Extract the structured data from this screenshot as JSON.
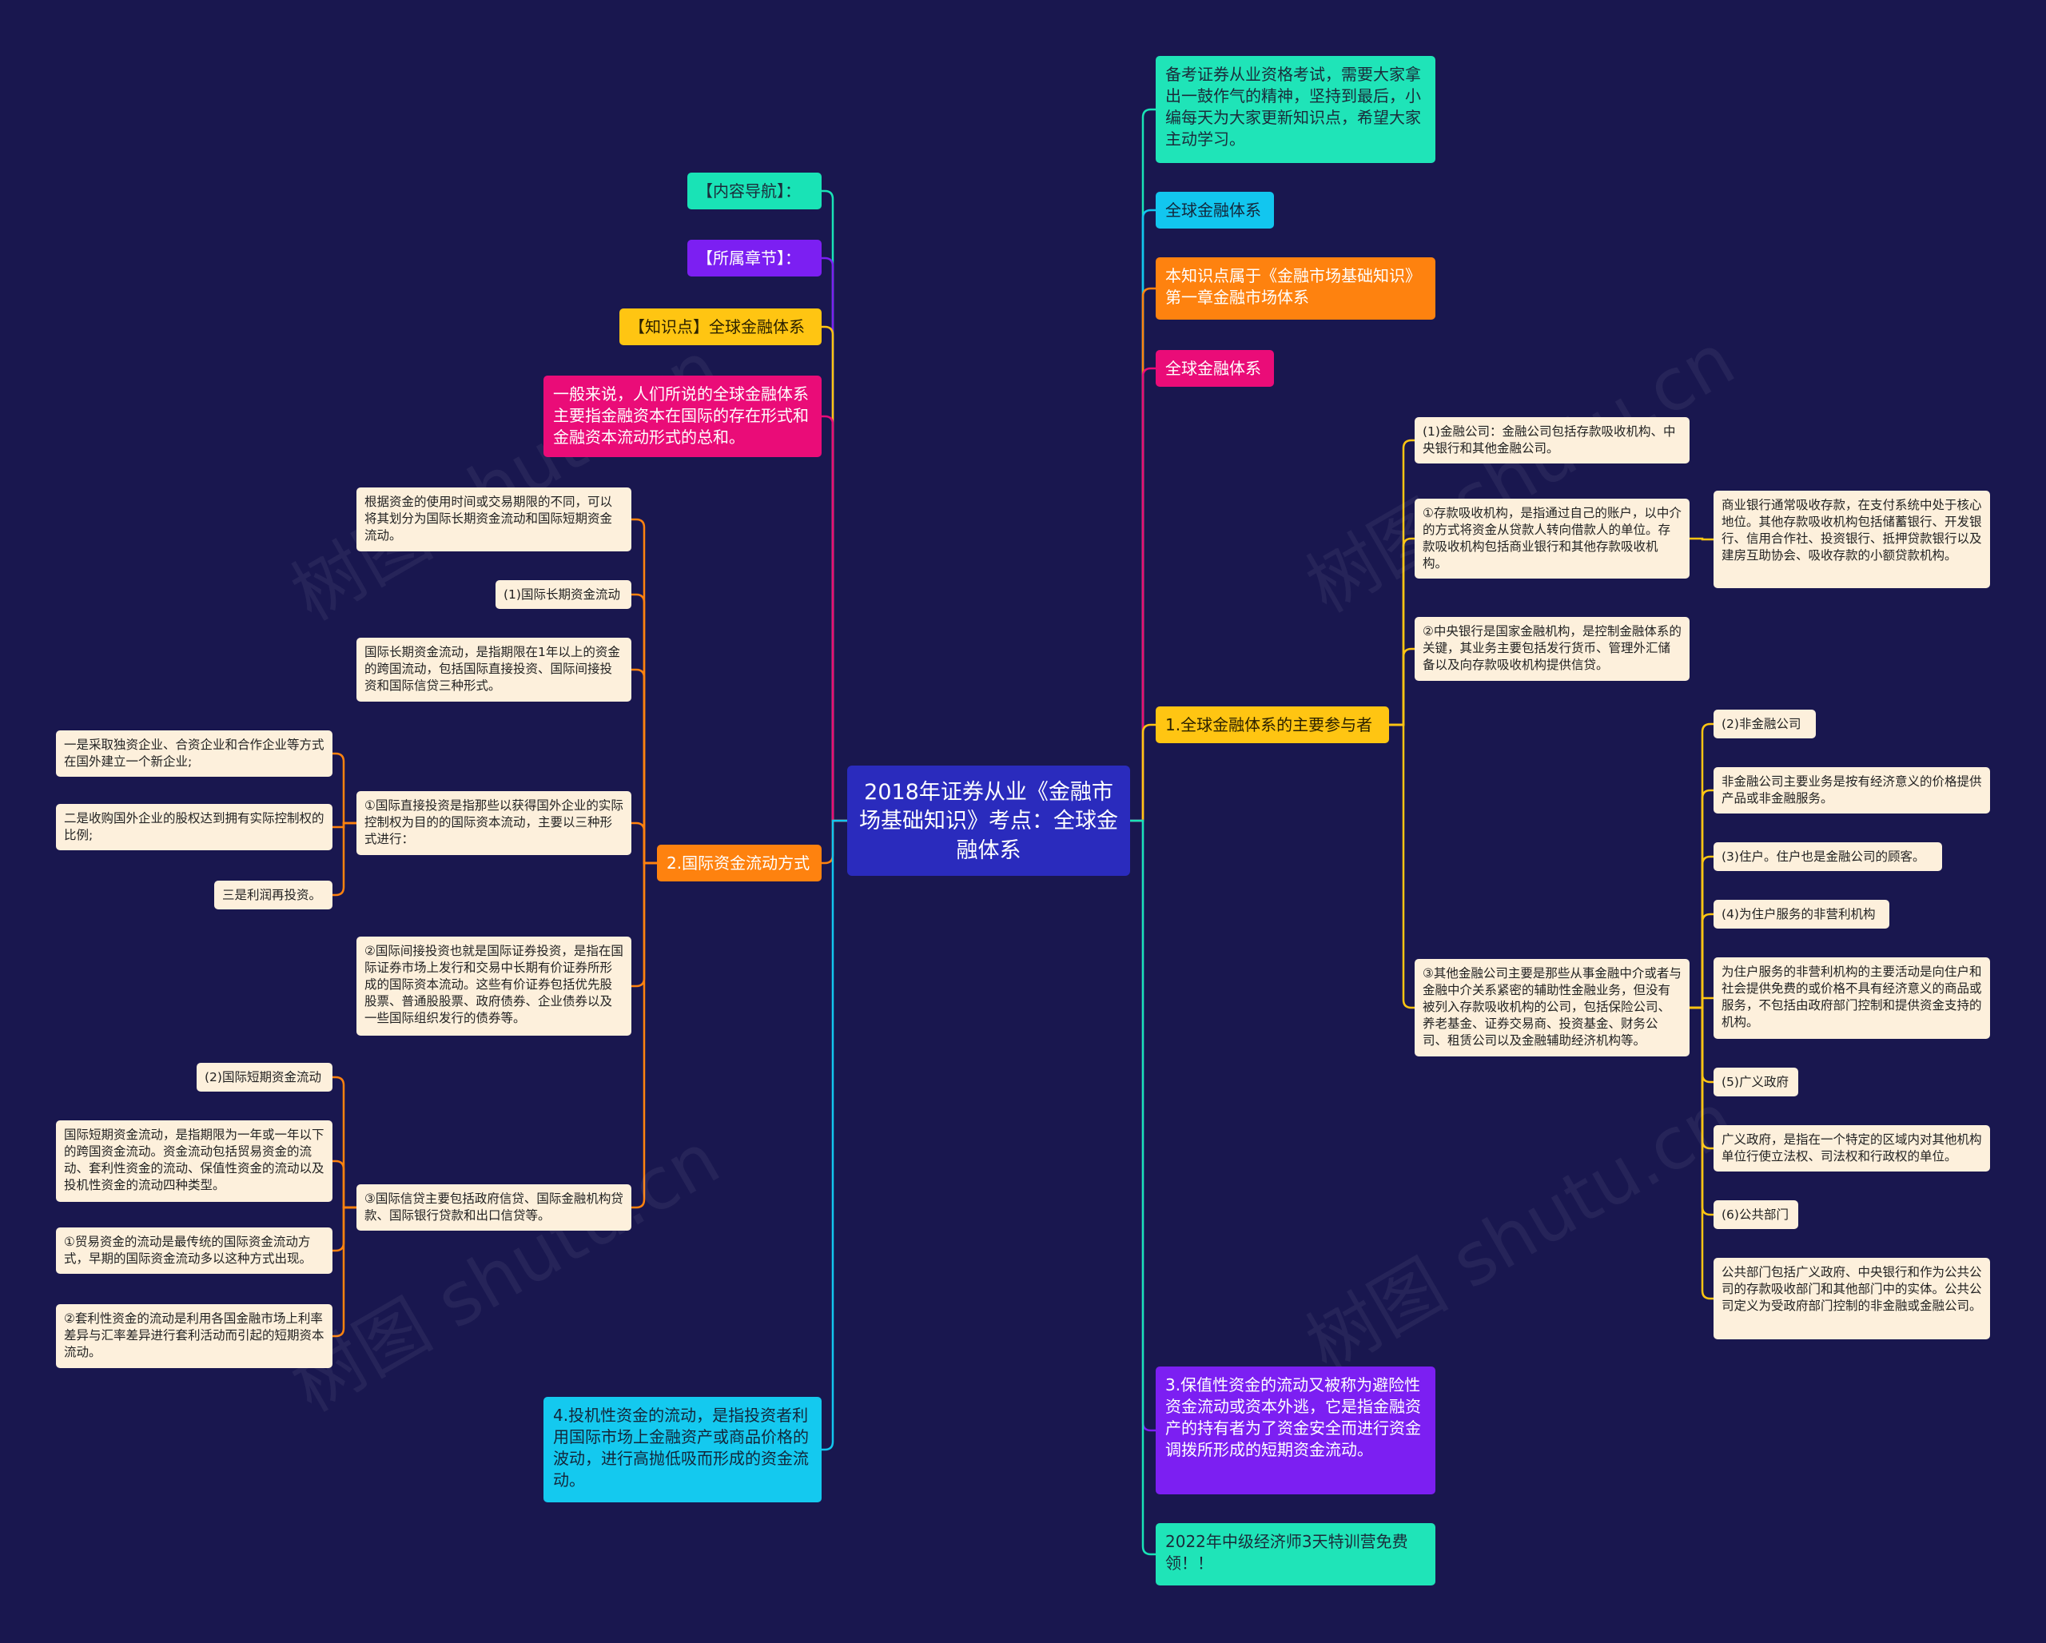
{
  "colors": {
    "background": "#19174f",
    "root": "#2a2bbd",
    "teal": "#19e3b6",
    "cyan": "#12c6ef",
    "purple": "#7c1ff2",
    "gold": "#ffc512",
    "pink": "#ea0c78",
    "orange": "#fe820f",
    "cream": "#fdf0dc"
  },
  "watermark": "树图 shutu.cn",
  "root": {
    "text": "2018年证券从业《金融市场基础知识》考点：全球金融体系"
  },
  "left": {
    "nav": "【内容导航】：",
    "chapter": "【所属章节】：",
    "knowledge": "【知识点】全球金融体系",
    "definition": "一般来说，人们所说的全球金融体系主要指金融资本在国际的存在形式和金融资本流动形式的总和。",
    "flow": {
      "title": "2.国际资金流动方式",
      "intro": "根据资金的使用时间或交易期限的不同，可以将其划分为国际长期资金流动和国际短期资金流动。",
      "long_title": "(1)国际长期资金流动",
      "long_desc": "国际长期资金流动，是指期限在1年以上的资金的跨国流动，包括国际直接投资、国际间接投资和国际信贷三种形式。",
      "fdi": "①国际直接投资是指那些以获得国外企业的实际控制权为目的的国际资本流动，主要以三种形式进行：",
      "fdi_1": "一是采取独资企业、合资企业和合作企业等方式在国外建立一个新企业;",
      "fdi_2": "二是收购国外企业的股权达到拥有实际控制权的比例;",
      "fdi_3": "三是利润再投资。",
      "indirect": "②国际间接投资也就是国际证券投资，是指在国际证券市场上发行和交易中长期有价证券所形成的国际资本流动。这些有价证券包括优先股股票、普通股股票、政府债券、企业债券以及一些国际组织发行的债券等。",
      "credit": "③国际信贷主要包括政府信贷、国际金融机构贷款、国际银行贷款和出口信贷等。",
      "short_title": "(2)国际短期资金流动",
      "short_desc": "国际短期资金流动，是指期限为一年或一年以下的跨国资金流动。资金流动包括贸易资金的流动、套利性资金的流动、保值性资金的流动以及投机性资金的流动四种类型。",
      "trade": "①贸易资金的流动是最传统的国际资金流动方式，早期的国际资金流动多以这种方式出现。",
      "arbitrage": "②套利性资金的流动是利用各国金融市场上利率差异与汇率差异进行套利活动而引起的短期资本流动。"
    },
    "speculative": "4.投机性资金的流动，是指投资者利用国际市场上金融资产或商品价格的波动，进行高抛低吸而形成的资金流动。"
  },
  "right": {
    "intro": "备考证券从业资格考试，需要大家拿出一鼓作气的精神，坚持到最后，小编每天为大家更新知识点，希望大家主动学习。",
    "system1": "全球金融体系",
    "belongs": "本知识点属于《金融市场基础知识》第一章金融市场体系",
    "system2": "全球金融体系",
    "participants": {
      "title": "1.全球金融体系的主要参与者",
      "financial_co": "(1)金融公司：金融公司包括存款吸收机构、中央银行和其他金融公司。",
      "deposit": "①存款吸收机构，是指通过自己的账户，以中介的方式将资金从贷款人转向借款人的单位。存款吸收机构包括商业银行和其他存款吸收机构。",
      "deposit_detail": "商业银行通常吸收存款，在支付系统中处于核心地位。其他存款吸收机构包括储蓄银行、开发银行、信用合作社、投资银行、抵押贷款银行以及建房互助协会、吸收存款的小额贷款机构。",
      "central_bank": "②中央银行是国家金融机构，是控制金融体系的关键，其业务主要包括发行货币、管理外汇储备以及向存款吸收机构提供信贷。",
      "other_fin": "③其他金融公司主要是那些从事金融中介或者与金融中介关系紧密的辅助性金融业务，但没有被列入存款吸收机构的公司，包括保险公司、养老基金、证券交易商、投资基金、财务公司、租赁公司以及金融辅助经济机构等。",
      "non_fin_title": "(2)非金融公司",
      "non_fin_desc": "非金融公司主要业务是按有经济意义的价格提供产品或非金融服务。",
      "households": "(3)住户。住户也是金融公司的顾客。",
      "npish_title": "(4)为住户服务的非营利机构",
      "npish_desc": "为住户服务的非营利机构的主要活动是向住户和社会提供免费的或价格不具有经济意义的商品或服务，不包括由政府部门控制和提供资金支持的机构。",
      "gov_title": "(5)广义政府",
      "gov_desc": "广义政府，是指在一个特定的区域内对其他机构单位行使立法权、司法权和行政权的单位。",
      "public_title": "(6)公共部门",
      "public_desc": "公共部门包括广义政府、中央银行和作为公共公司的存款吸收部门和其他部门中的实体。公共公司定义为受政府部门控制的非金融或金融公司。"
    },
    "hedge": "3.保值性资金的流动又被称为避险性资金流动或资本外逃，它是指金融资产的持有者为了资金安全而进行资金调拨所形成的短期资金流动。",
    "promo": "2022年中级经济师3天特训营免费领！！"
  }
}
